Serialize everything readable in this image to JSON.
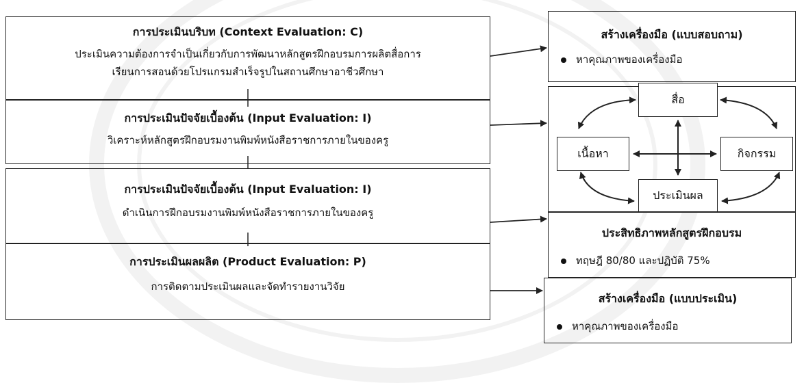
{
  "left_boxes": [
    {
      "title": "การประเมินบริบท (Context Evaluation: C)",
      "lines": [
        "ประเมินความต้องการจำเป็นเกี่ยวกับการพัฒนาหลักสูตรฝึกอบรมการผลิตสื่อการ",
        "เรียนการสอนด้วยโปรแกรมสำเร็จรูปในสถานศึกษาอาชีวศึกษา"
      ]
    },
    {
      "title": "การประเมินปัจจัยเบื้องต้น (Input Evaluation: I)",
      "lines": [
        "วิเคราะห์หลักสูตรฝึกอบรมงานพิมพ์หนังสือราชการภายในของครู"
      ]
    },
    {
      "title": "การประเมินปัจจัยเบื้องต้น (Input Evaluation: I)",
      "lines": [
        "ดำเนินการฝึกอบรมงานพิมพ์หนังสือราชการภายในของครู"
      ]
    },
    {
      "title": "การประเมินผลผลิต (Product Evaluation: P)",
      "lines": [
        "การติดตามประเมินผลและจัดทำรายงานวิจัย"
      ]
    }
  ],
  "right_boxes": {
    "tool_survey": {
      "title": "สร้างเครื่องมือ (แบบสอบถาม)",
      "bullet": "หาคุณภาพของเครื่องมือ"
    },
    "cycle": {
      "media": "สื่อ",
      "content": "เนื้อหา",
      "activity": "กิจกรรม",
      "evaluation": "ประเมินผล"
    },
    "efficiency": {
      "title": "ประสิทธิภาพหลักสูตรฝึกอบรม",
      "bullet": "ทฤษฎี 80/80 และปฏิบัติ 75%"
    },
    "tool_assessment": {
      "title": "สร้างเครื่องมือ (แบบประเมิน)",
      "bullet": "หาคุณภาพของเครื่องมือ"
    }
  },
  "colors": {
    "line": "#222222",
    "watermark": "#000000"
  }
}
